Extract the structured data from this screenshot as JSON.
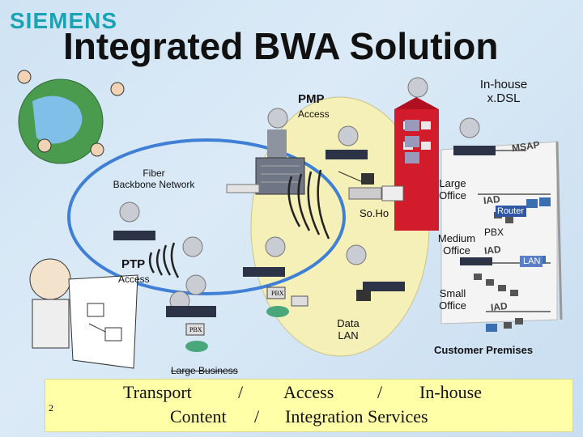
{
  "brand": "SIEMENS",
  "title": "Integrated BWA Solution",
  "labels": {
    "pmp": "PMP",
    "pmp_access": "Access",
    "inhouse": "In-house",
    "xdsl": "x.DSL",
    "msap": "MSAP",
    "fiber": "Fiber",
    "backbone": "Backbone Network",
    "large_office_1": "Large",
    "large_office_2": "Office",
    "iad_1": "IAD",
    "router": "Router",
    "soho": "So.Ho",
    "medium_office_1": "Medium",
    "medium_office_2": "Office",
    "pbx_1": "PBX",
    "iad_2": "IAD",
    "lan": "LAN",
    "ptp": "PTP",
    "ptp_access": "Access",
    "pbx_2": "PBX",
    "pbx_3": "PBX",
    "small_office_1": "Small",
    "small_office_2": "Office",
    "iad_3": "IAD",
    "data_lan_1": "Data",
    "data_lan_2": "LAN",
    "customer_premises": "Customer Premises",
    "large_business": "Large Business"
  },
  "footer": {
    "page_number": "2",
    "line1_a": "Transport",
    "line1_sep1": "/",
    "line1_b": "Access",
    "line1_sep2": "/",
    "line1_c": "In-house",
    "line2_a": "Content",
    "line2_sep": "/",
    "line2_b": "Integration Services"
  }
}
